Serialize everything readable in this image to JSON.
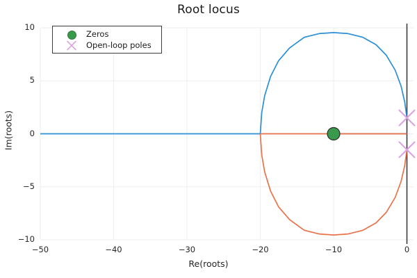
{
  "title": "Root locus",
  "axes": {
    "xlabel": "Re(roots)",
    "ylabel": "Im(roots)",
    "xticks": [
      "−50",
      "−40",
      "−30",
      "−20",
      "−10",
      "0"
    ],
    "yticks": [
      "10",
      "5",
      "0",
      "−5",
      "−10"
    ]
  },
  "legend": {
    "items": [
      {
        "label": "Zeros",
        "marker": "circle-marker-icon",
        "color": "#3a9a4c"
      },
      {
        "label": "Open-loop poles",
        "marker": "x-marker-icon",
        "color": "#dba6e0"
      }
    ]
  },
  "colors": {
    "branch_upper": "#2a8fd4",
    "branch_lower": "#e8724a",
    "zeros": "#3a9a4c",
    "poles": "#dba6e0",
    "axis_line": "#3b3b3b",
    "grid": "#eeeeee"
  },
  "chart_data": {
    "type": "line",
    "title": "Root locus",
    "xlabel": "Re(roots)",
    "ylabel": "Im(roots)",
    "xlim": [
      -50,
      0.9
    ],
    "ylim": [
      -10,
      10
    ],
    "xticks": [
      -50,
      -40,
      -30,
      -20,
      -10,
      0
    ],
    "yticks": [
      -10,
      -5,
      0,
      5,
      10
    ],
    "grid": true,
    "legend_position": "upper-left",
    "zeros": [
      {
        "re": -10,
        "im": 0
      }
    ],
    "open_loop_poles": [
      {
        "re": 0,
        "im": 1.5
      },
      {
        "re": 0,
        "im": -1.5
      }
    ],
    "series": [
      {
        "name": "branch-upper",
        "color": "#2a8fd4",
        "points": [
          {
            "re": -50,
            "im": 0
          },
          {
            "re": -40,
            "im": 0
          },
          {
            "re": -30,
            "im": 0
          },
          {
            "re": -20,
            "im": 0
          },
          {
            "re": -19.8,
            "im": 2.0
          },
          {
            "re": -19.4,
            "im": 3.6
          },
          {
            "re": -18.6,
            "im": 5.4
          },
          {
            "re": -17.5,
            "im": 6.9
          },
          {
            "re": -16.0,
            "im": 8.1
          },
          {
            "re": -14.0,
            "im": 9.1
          },
          {
            "re": -12.0,
            "im": 9.45
          },
          {
            "re": -10.0,
            "im": 9.55
          },
          {
            "re": -8.0,
            "im": 9.45
          },
          {
            "re": -6.0,
            "im": 9.1
          },
          {
            "re": -4.2,
            "im": 8.4
          },
          {
            "re": -2.8,
            "im": 7.4
          },
          {
            "re": -1.6,
            "im": 6.0
          },
          {
            "re": -0.8,
            "im": 4.5
          },
          {
            "re": -0.3,
            "im": 3.0
          },
          {
            "re": 0.0,
            "im": 1.5
          }
        ]
      },
      {
        "name": "branch-lower",
        "color": "#e8724a",
        "points": [
          {
            "re": -20,
            "im": 0
          },
          {
            "re": -15,
            "im": 0
          },
          {
            "re": -10,
            "im": 0
          },
          {
            "re": -5,
            "im": 0
          },
          {
            "re": -0.5,
            "im": 0
          },
          {
            "re": 0.0,
            "im": 0
          },
          {
            "re": -19.8,
            "im": -2.0
          },
          {
            "re": -19.4,
            "im": -3.6
          },
          {
            "re": -18.6,
            "im": -5.4
          },
          {
            "re": -17.5,
            "im": -6.9
          },
          {
            "re": -16.0,
            "im": -8.1
          },
          {
            "re": -14.0,
            "im": -9.1
          },
          {
            "re": -12.0,
            "im": -9.45
          },
          {
            "re": -10.0,
            "im": -9.55
          },
          {
            "re": -8.0,
            "im": -9.45
          },
          {
            "re": -6.0,
            "im": -9.1
          },
          {
            "re": -4.2,
            "im": -8.4
          },
          {
            "re": -2.8,
            "im": -7.4
          },
          {
            "re": -1.6,
            "im": -6.0
          },
          {
            "re": -0.8,
            "im": -4.5
          },
          {
            "re": -0.3,
            "im": -3.0
          },
          {
            "re": 0.0,
            "im": -1.5
          }
        ]
      }
    ]
  }
}
